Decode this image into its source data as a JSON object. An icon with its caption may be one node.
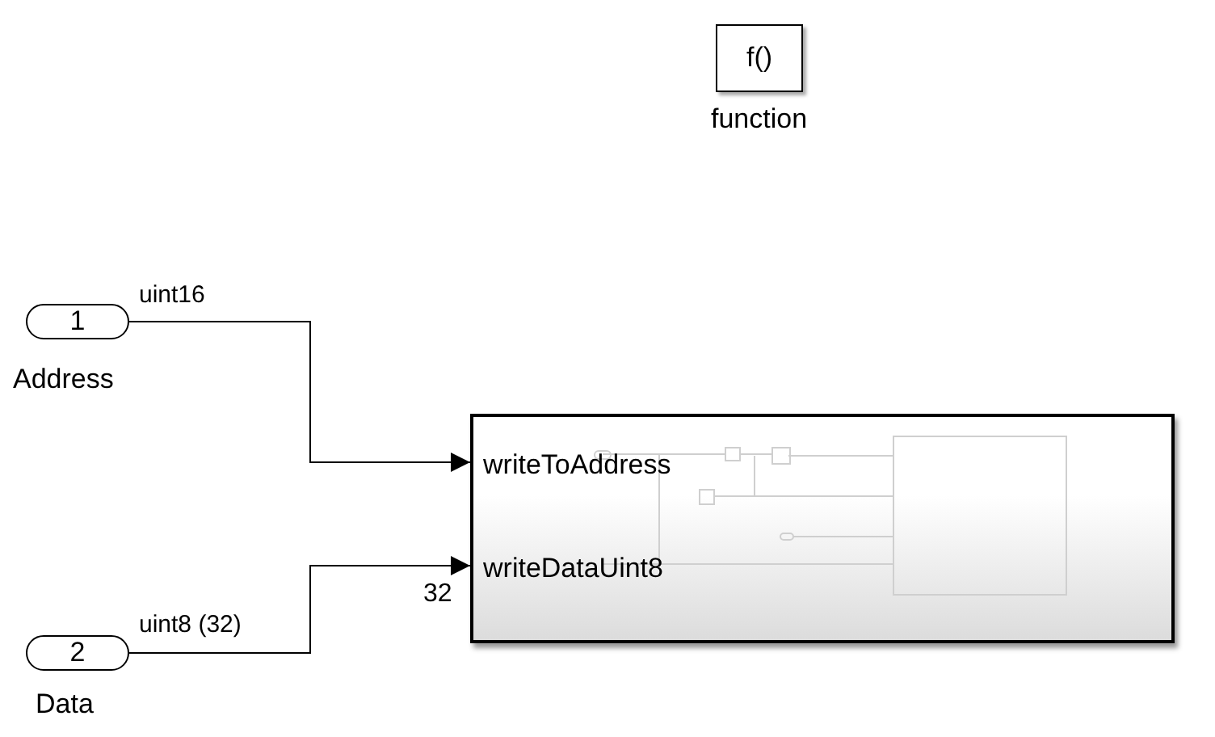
{
  "diagram": {
    "nodes": [
      {
        "text": [
          "f()"
        ],
        "beside": [
          "function"
        ]
      },
      {
        "text": [
          "1"
        ],
        "beside": [
          "Address"
        ]
      },
      {
        "text": [
          "2"
        ],
        "beside": [
          "Data"
        ]
      },
      {
        "text": [
          "writeToAddress",
          "writeDataUint8"
        ]
      }
    ],
    "edges": [
      {
        "from": 1,
        "to": 3,
        "arrow": "to",
        "label": "uint16"
      },
      {
        "from": 2,
        "to": 3,
        "arrow": "to",
        "label": "uint8 (32)"
      }
    ],
    "labels": [
      "32"
    ]
  }
}
